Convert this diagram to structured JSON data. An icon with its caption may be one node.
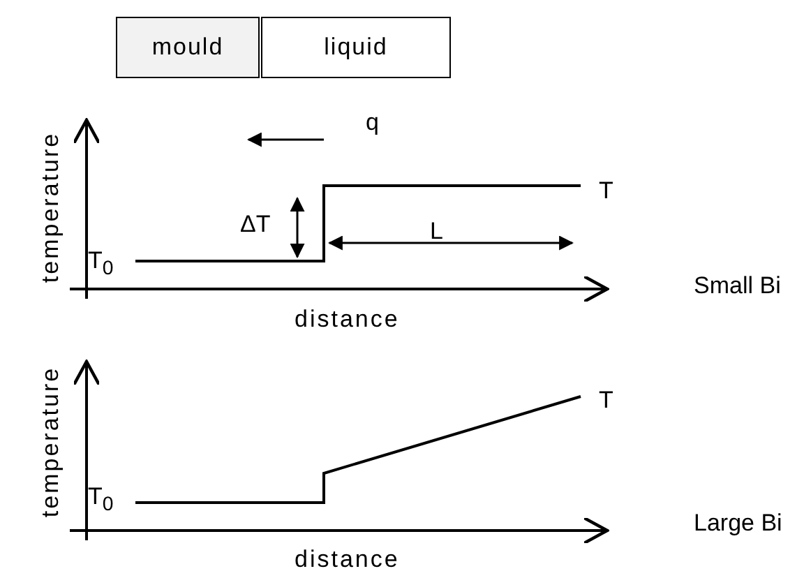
{
  "diagram": {
    "nodes": [
      {
        "text": [
          "mould"
        ]
      },
      {
        "text": [
          "liquid"
        ]
      }
    ],
    "edges": [],
    "labels": [
      "temperature",
      "q",
      "T",
      "ΔT",
      "L",
      "T$_{0}$",
      "Small Bi",
      "distance",
      "temperature",
      "T",
      "Large Bi",
      "T$_{0}$",
      "distance"
    ]
  }
}
